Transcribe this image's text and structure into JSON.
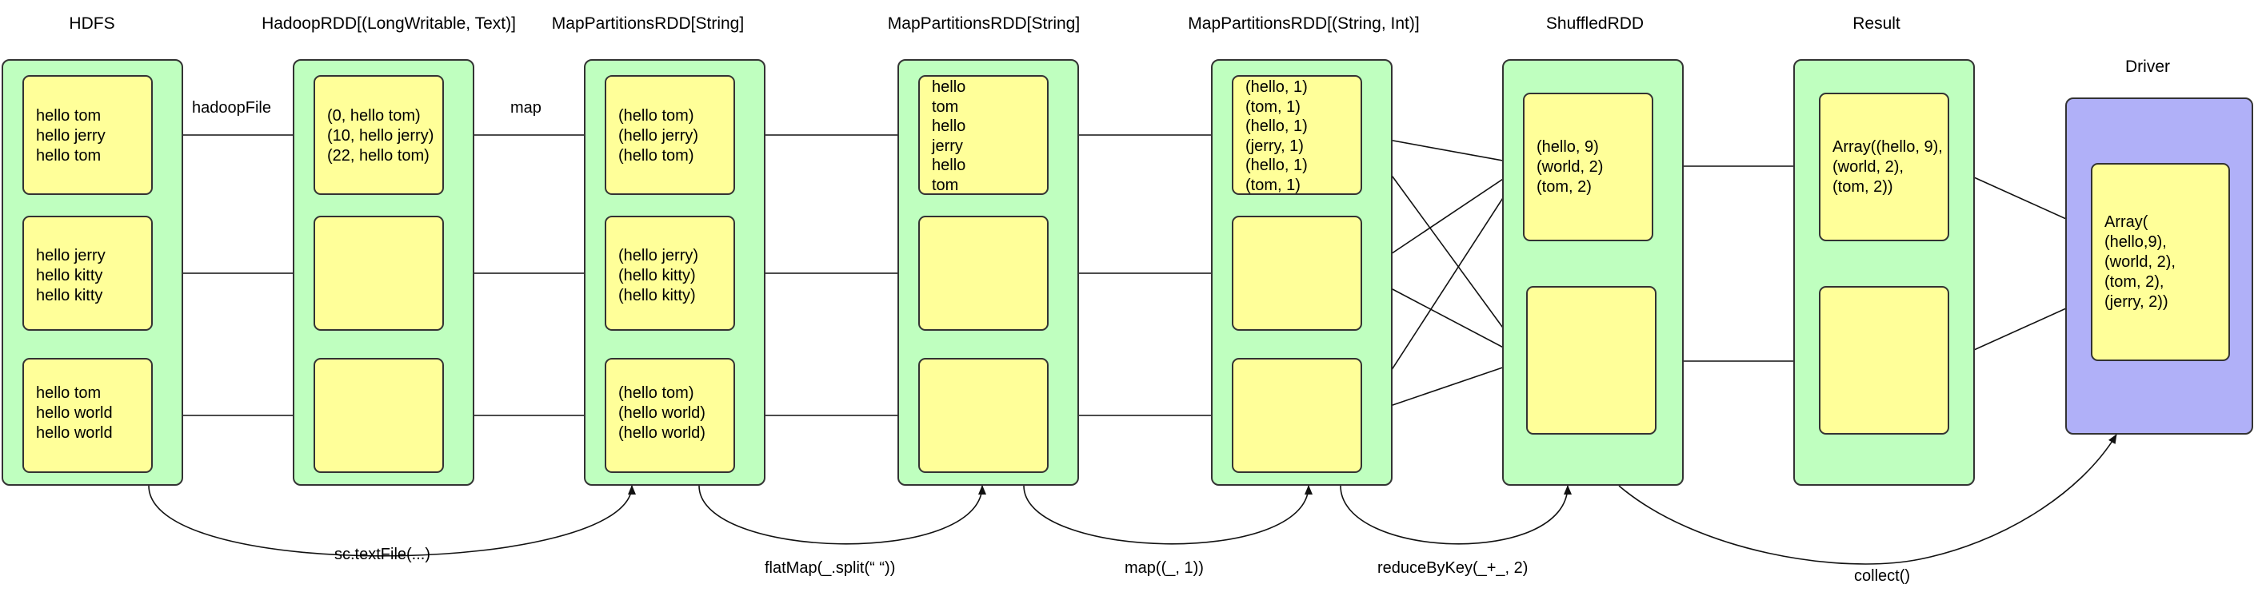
{
  "columns": [
    {
      "title": "HDFS",
      "partitions": [
        [
          "hello tom",
          "hello jerry",
          "hello tom"
        ],
        [
          "hello jerry",
          "hello kitty",
          "hello kitty"
        ],
        [
          "hello tom",
          "hello world",
          "hello world"
        ]
      ]
    },
    {
      "title": "HadoopRDD[(LongWritable, Text)]",
      "partitions": [
        [
          "(0, hello tom)",
          "(10, hello jerry)",
          "(22, hello tom)"
        ],
        [],
        []
      ]
    },
    {
      "title": "MapPartitionsRDD[String]",
      "partitions": [
        [
          "(hello tom)",
          "(hello jerry)",
          "(hello tom)"
        ],
        [
          "(hello jerry)",
          "(hello kitty)",
          "(hello kitty)"
        ],
        [
          "(hello tom)",
          "(hello world)",
          "(hello world)"
        ]
      ]
    },
    {
      "title": "MapPartitionsRDD[String]",
      "partitions": [
        [
          "hello",
          "tom",
          "hello",
          "jerry",
          "hello",
          "tom"
        ],
        [],
        []
      ]
    },
    {
      "title": "MapPartitionsRDD[(String, Int)]",
      "partitions": [
        [
          "(hello, 1)",
          "(tom, 1)",
          "(hello, 1)",
          "(jerry, 1)",
          "(hello, 1)",
          "(tom, 1)"
        ],
        [],
        []
      ]
    },
    {
      "title": "ShuffledRDD",
      "partitions": [
        [
          "(hello, 9)",
          "(world, 2)",
          "(tom, 2)"
        ],
        []
      ]
    },
    {
      "title": "Result",
      "partitions": [
        [
          "Array((hello, 9),",
          "(world, 2),",
          "(tom, 2))"
        ],
        []
      ]
    },
    {
      "title": "Driver",
      "partitions": [
        [
          "Array(",
          "(hello,9),",
          "(world, 2),",
          "(tom, 2),",
          "(jerry, 2))"
        ]
      ]
    }
  ],
  "operations": {
    "hadoopfile": "hadoopFile",
    "map": "map",
    "textfile": "sc.textFile(...)",
    "flatmap": "flatMap(_.split(“ “))",
    "map_pairs": "map((_, 1))",
    "reducebykey": "reduceByKey(_+_, 2)",
    "collect": "collect()"
  },
  "colors": {
    "stage_fill": "#bfffbf",
    "driver_fill": "#b0b0f8",
    "partition_fill": "#ffff99",
    "stroke": "#333333"
  }
}
